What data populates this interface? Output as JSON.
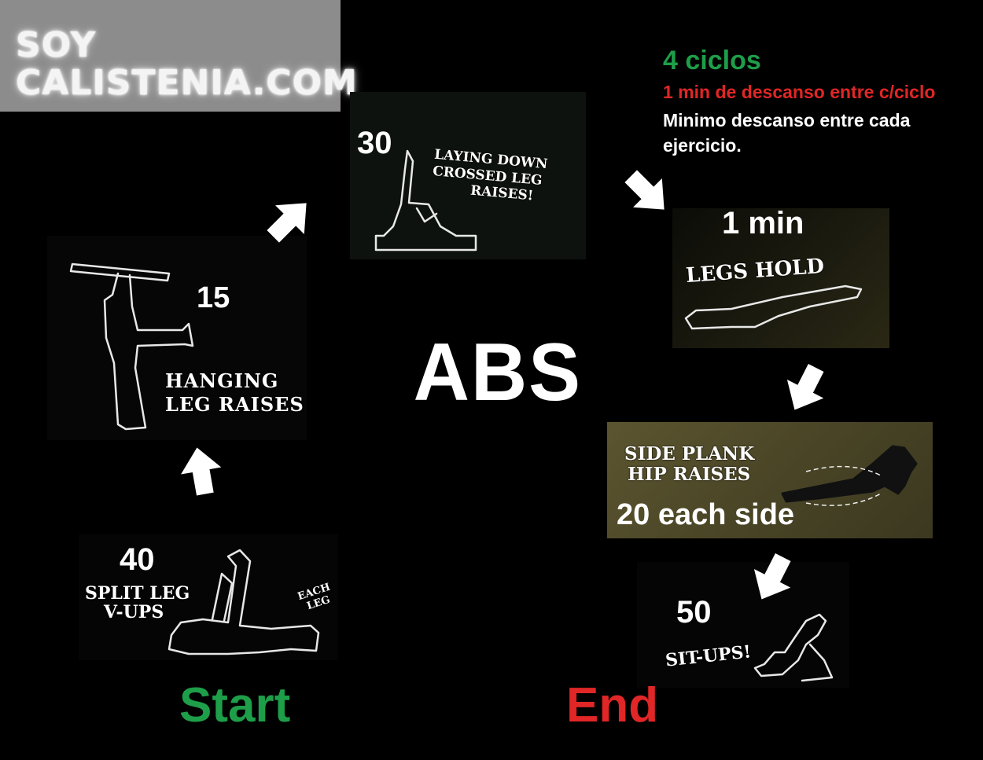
{
  "logo": {
    "line1": "SOY",
    "line2": "CALISTENIA.COM"
  },
  "info": {
    "cycles": "4 ciclos",
    "rest": "1 min de descanso entre c/ciclo",
    "min_rest_line1": "Minimo descanso entre cada",
    "min_rest_line2": "ejercicio.",
    "cycles_color": "#1e9e49",
    "rest_color": "#e02626"
  },
  "title": "ABS",
  "start_label": "Start",
  "end_label": "End",
  "start_color": "#1e9e49",
  "end_color": "#e02626",
  "exercises": {
    "split_leg": {
      "reps": "40",
      "name_line1": "SPLIT LEG",
      "name_line2": "V-UPS",
      "note_line1": "EACH",
      "note_line2": "LEG"
    },
    "hanging": {
      "reps": "15",
      "name_line1": "HANGING",
      "name_line2": "LEG RAISES"
    },
    "laying": {
      "reps": "30",
      "name_line1": "LAYING DOWN",
      "name_line2": "CROSSED LEG",
      "name_line3": "RAISES!"
    },
    "legs_hold": {
      "reps": "1 min",
      "name": "LEGS HOLD"
    },
    "side_plank": {
      "name_line1": "SIDE PLANK",
      "name_line2": "HIP RAISES",
      "reps": "20 each side"
    },
    "situps": {
      "reps": "50",
      "name": "SIT-UPS!"
    }
  },
  "icons": [
    "arrow-icon",
    "figure-silhouette-icon"
  ]
}
